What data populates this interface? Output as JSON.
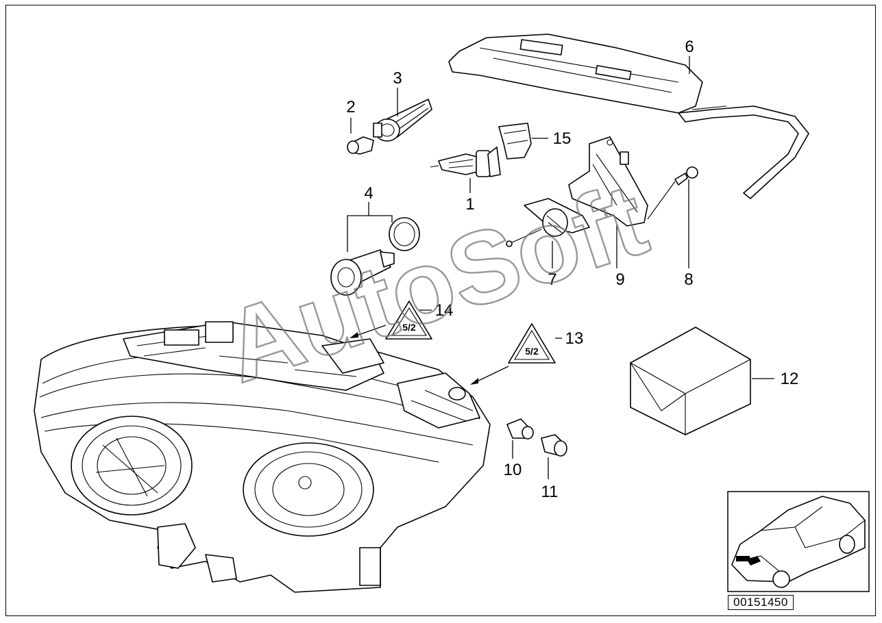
{
  "diagram": {
    "callouts": {
      "c1": "1",
      "c2": "2",
      "c3": "3",
      "c4": "4",
      "c6": "6",
      "c7": "7",
      "c8": "8",
      "c9": "9",
      "c10": "10",
      "c11": "11",
      "c12": "12",
      "c13": "13",
      "c14": "14",
      "c15": "15"
    },
    "watermark": "AutoSoft",
    "document_id": "00151450",
    "warning_label_text": "5/2"
  }
}
